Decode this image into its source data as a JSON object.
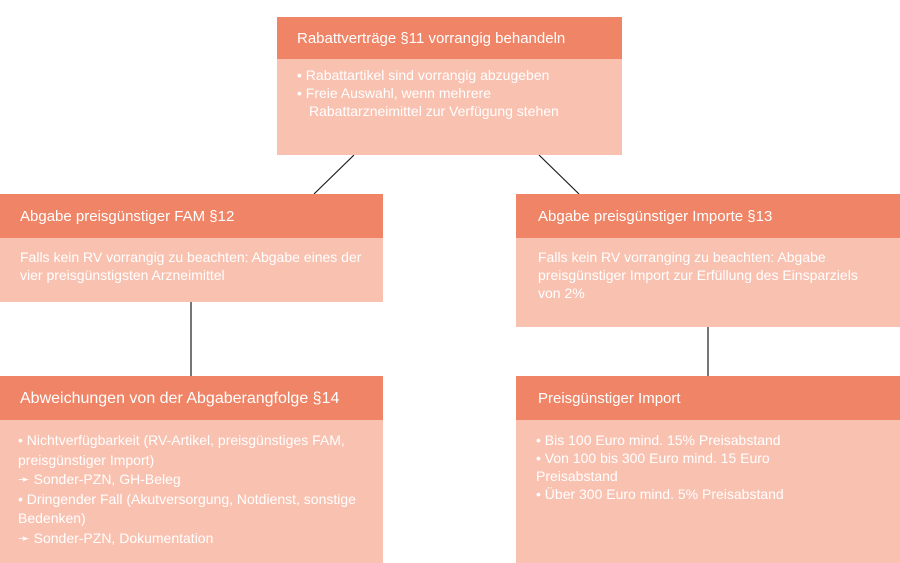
{
  "top": {
    "title": "Rabattverträge §11 vorrangig behandeln",
    "bullets": [
      "• Rabattartikel sind vorrangig abzugeben",
      "• Freie Auswahl, wenn mehrere Rabattarzneimittel zur Verfügung stehen"
    ]
  },
  "fam": {
    "title": "Abgabe preisgünstiger FAM §12",
    "text": "Falls kein RV vorrangig zu beachten: Abgabe eines der vier preisgünstigsten Arzneimittel"
  },
  "importe": {
    "title": "Abgabe preisgünstiger Importe §13",
    "text": "Falls kein RV vorranging zu beachten: Abgabe preisgünstiger Import zur Erfüllung des Einsparziels von 2%"
  },
  "abweichungen": {
    "title": "Abweichungen von der Abgaberangfolge §14",
    "lines": [
      "• Nichtverfügbarkeit (RV-Artikel, preisgünstiges FAM, preisgünstiger Import)",
      "➛ Sonder-PZN, GH-Beleg",
      "• Dringender Fall (Akutversorgung, Notdienst, sonstige Bedenken)",
      "➛ Sonder-PZN, Dokumentation"
    ]
  },
  "import": {
    "title": "Preisgünstiger Import",
    "bullets": [
      "• Bis 100 Euro mind. 15% Preisabstand",
      "• Von 100 bis 300 Euro mind. 15 Euro Preisabstand",
      "• Über 300 Euro mind. 5% Preisabstand"
    ]
  },
  "colors": {
    "header": "#ef8466",
    "body": "#f9c1b0",
    "text": "#ffffff",
    "connector": "#1a1a1a"
  }
}
